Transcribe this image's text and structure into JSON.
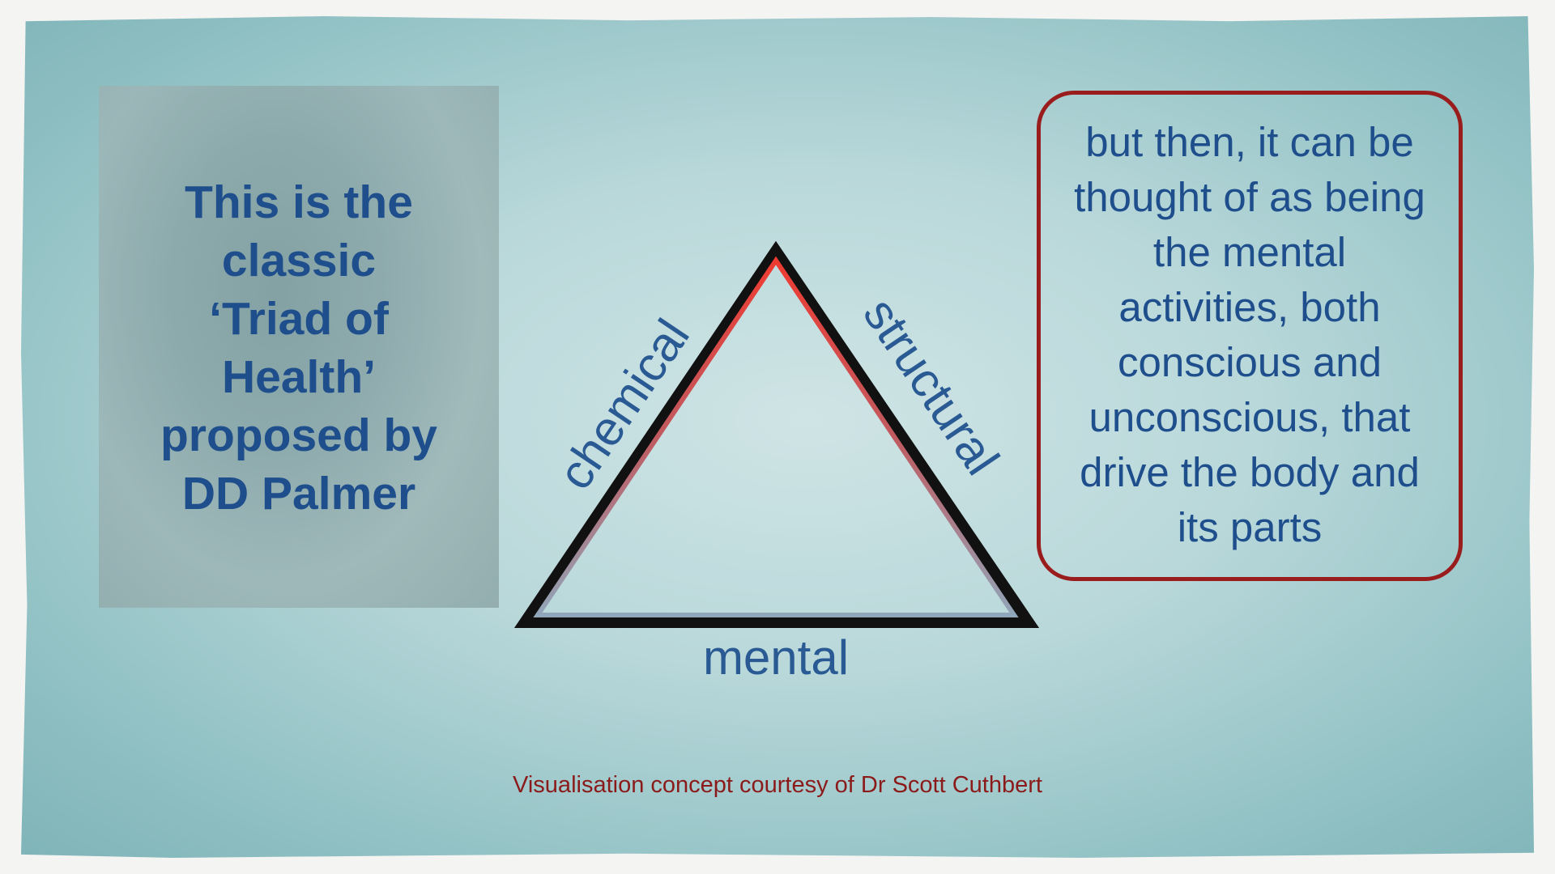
{
  "left_text": [
    "This is the",
    "classic",
    "‘Triad of",
    "Health’",
    "proposed by",
    "DD Palmer"
  ],
  "triangle": {
    "left_label": "chemical",
    "right_label": "structural",
    "bottom_label": "mental"
  },
  "right_text": [
    "but then, it can be",
    "thought of as being",
    "the mental",
    "activities, both",
    "conscious and",
    "unconscious, that",
    "drive the body and",
    "its parts"
  ],
  "credit": "Visualisation concept courtesy of Dr Scott Cuthbert",
  "colors": {
    "text_blue": "#1f4e8c",
    "box_border": "#9a1d1d",
    "credit": "#8b1a1a",
    "apex_red": "#e8352e"
  }
}
